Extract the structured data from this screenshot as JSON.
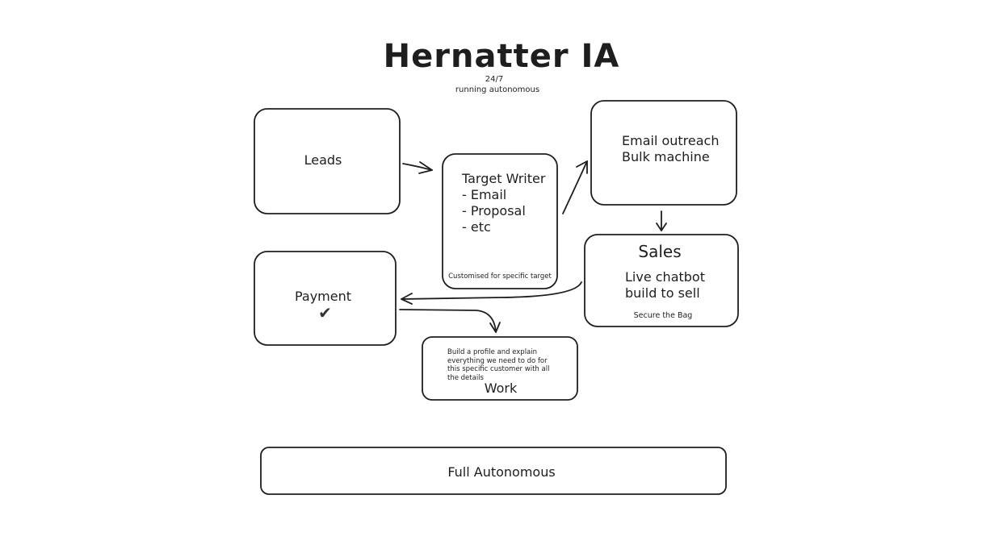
{
  "title": "Hernatter IA",
  "subtitle_line1": "24/7",
  "subtitle_line2": "running autonomous",
  "nodes": {
    "leads": {
      "label": "Leads"
    },
    "target_writer": {
      "heading": "Target Writer",
      "items": [
        "- Email",
        "- Proposal",
        "- etc"
      ],
      "footnote": "Customised for specific target"
    },
    "email_outreach": {
      "lines": [
        "Email outreach",
        "Bulk machine"
      ]
    },
    "sales": {
      "heading": "Sales",
      "lines": [
        "Live chatbot",
        "build to sell"
      ],
      "footnote": "Secure the Bag"
    },
    "payment": {
      "label": "Payment",
      "mark": "✔"
    },
    "work": {
      "note": "Build a profile and explain everything we need to do for this specific customer with all the details",
      "label": "Work"
    },
    "full_autonomous": {
      "label": "Full Autonomous"
    }
  },
  "colors": {
    "stroke": "#1e1e1e",
    "background": "#ffffff"
  }
}
